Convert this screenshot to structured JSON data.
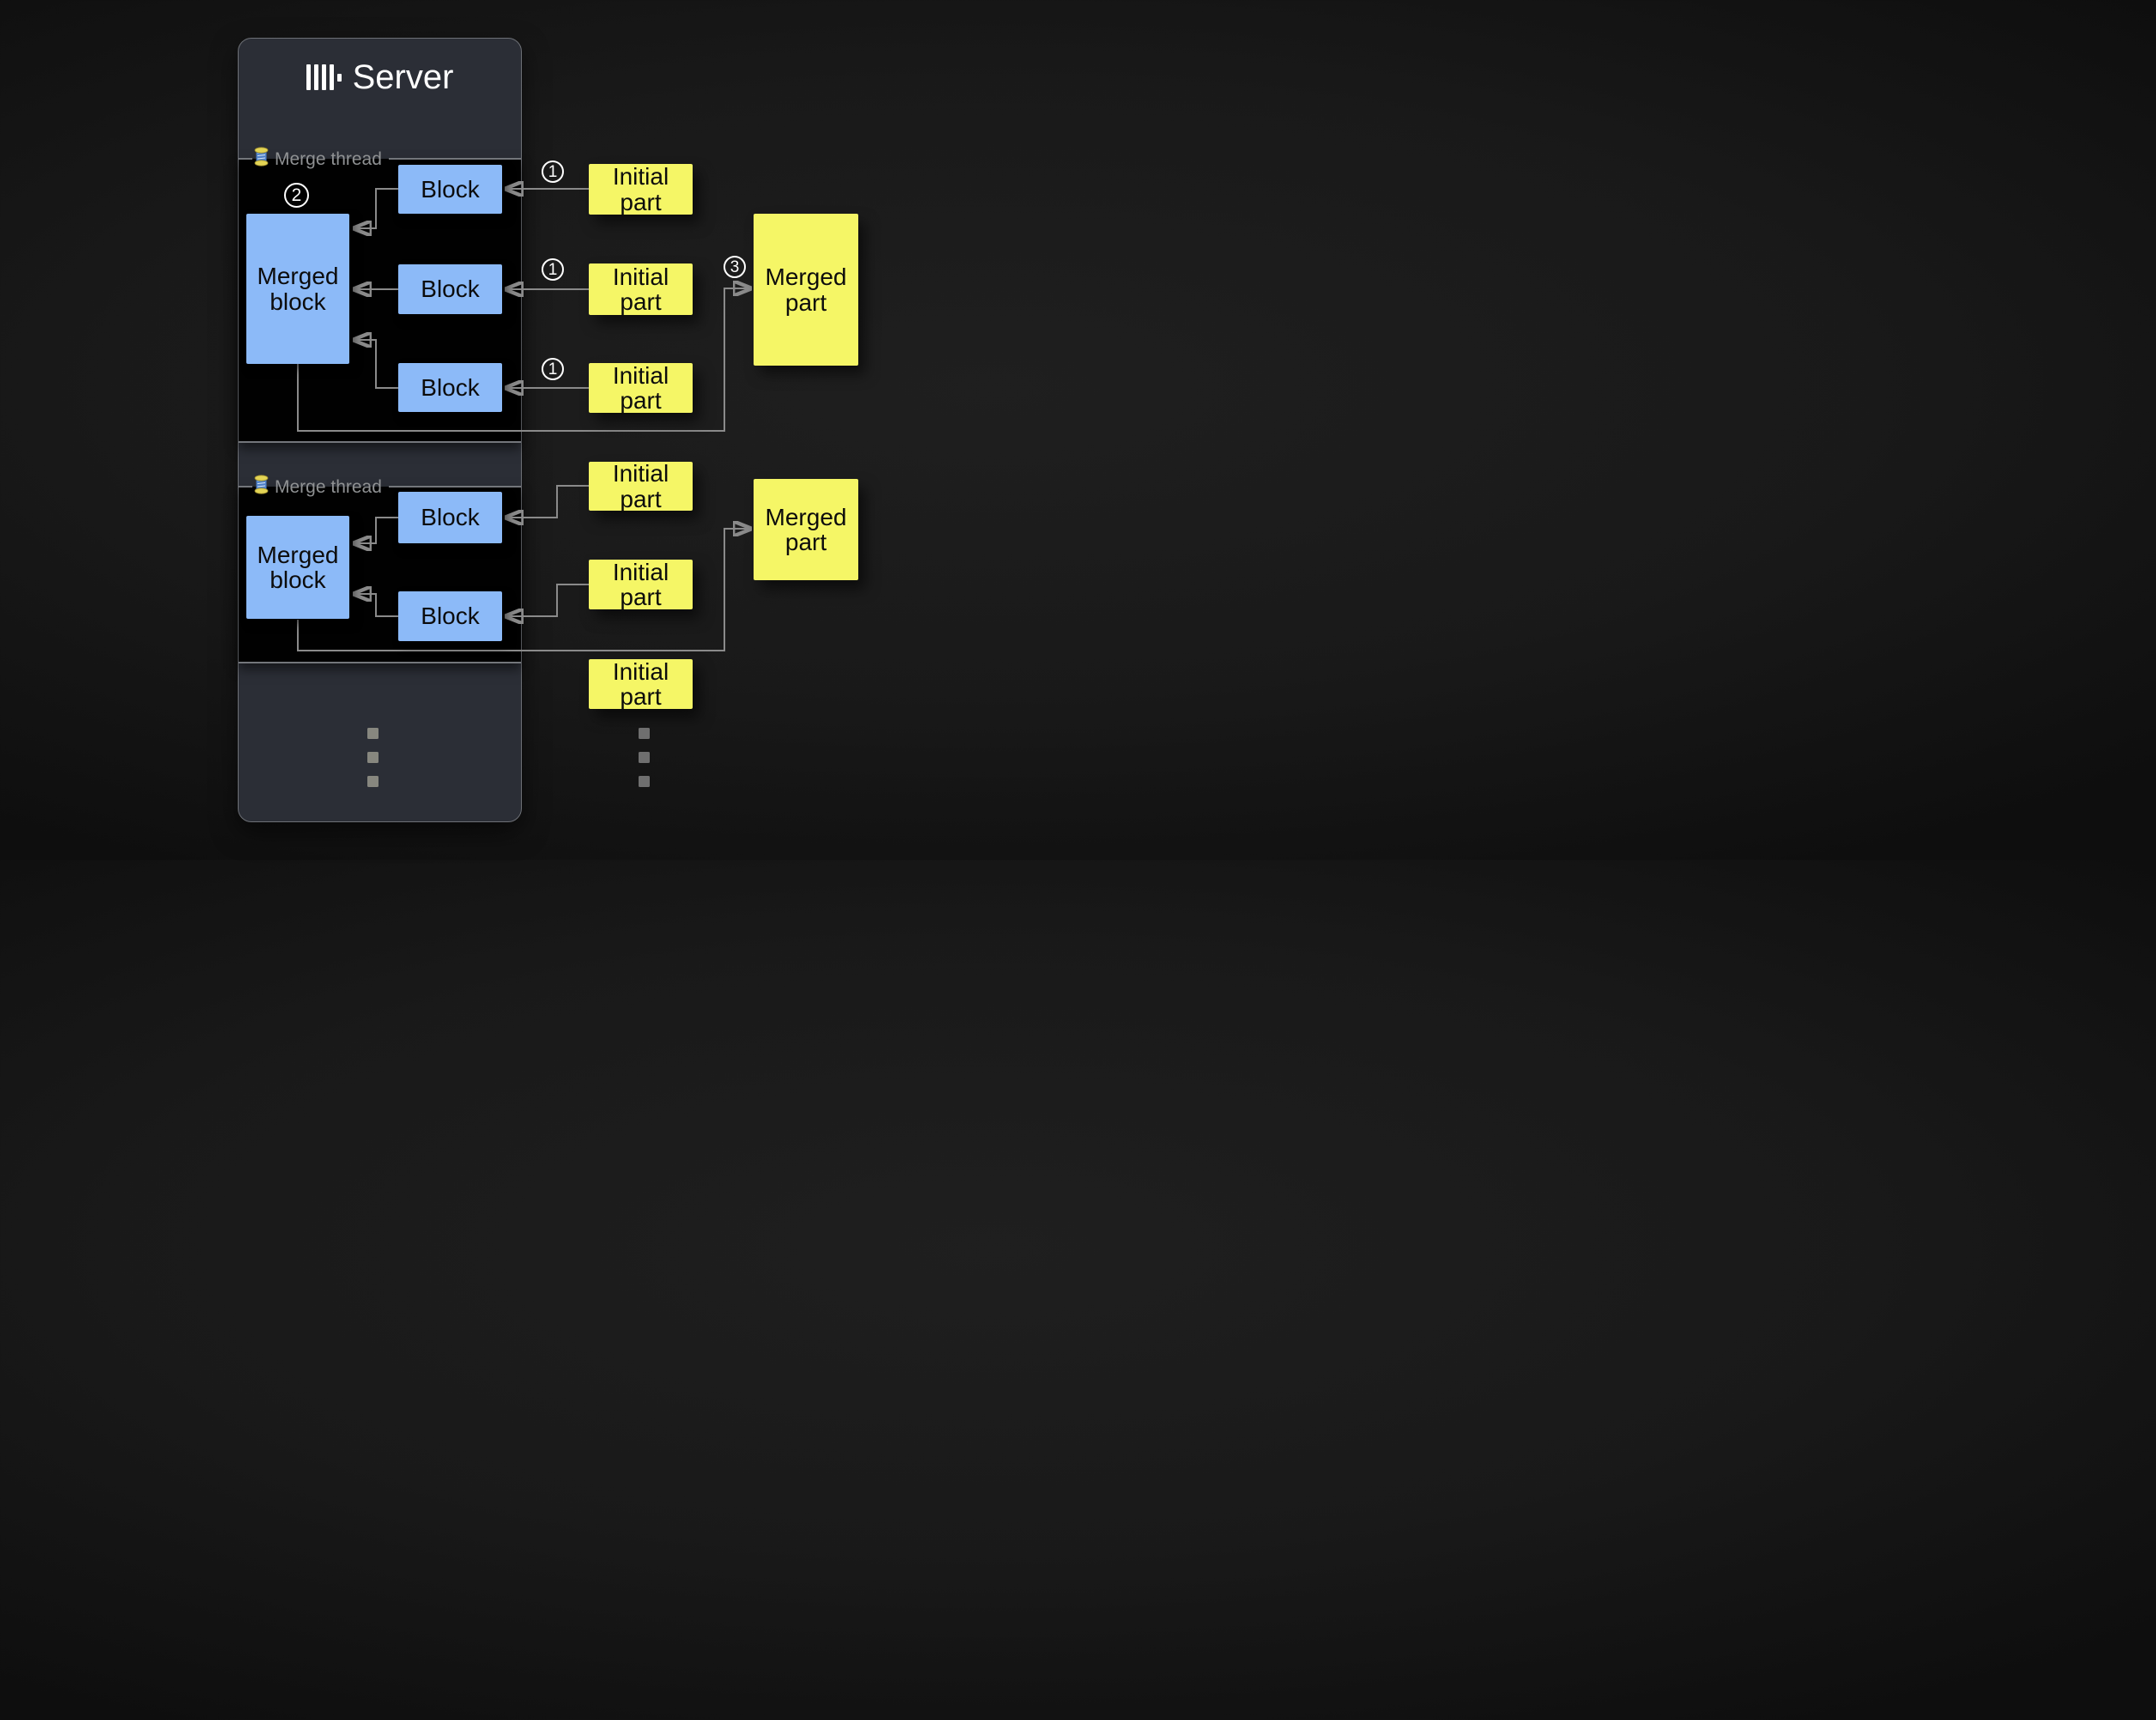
{
  "server": {
    "title": "Server"
  },
  "threads": [
    {
      "label": "Merge thread",
      "merged_block": "Merged block",
      "blocks": [
        "Block",
        "Block",
        "Block"
      ],
      "step": "2"
    },
    {
      "label": "Merge thread",
      "merged_block": "Merged block",
      "blocks": [
        "Block",
        "Block"
      ]
    }
  ],
  "initial_parts": {
    "step": "1",
    "group1": [
      "Initial part",
      "Initial part",
      "Initial part"
    ],
    "group2": [
      "Initial part",
      "Initial part",
      "Initial part"
    ]
  },
  "merged_parts": {
    "step": "3",
    "group1": "Merged part",
    "group2": "Merged part"
  },
  "icons": {
    "server_logo": "clickhouse-bars-logo",
    "thread_icon": "thread-spool-icon"
  },
  "ellipsis": {
    "left_dots": 3,
    "right_dots": 3
  },
  "colors": {
    "background": "#1a1a1a",
    "panel": "#2b2e36",
    "section": "#010101",
    "block_blue": "#8cbaf8",
    "part_yellow": "#f5f666",
    "wire": "#8a8a8a",
    "legend_text": "#8f9193"
  }
}
